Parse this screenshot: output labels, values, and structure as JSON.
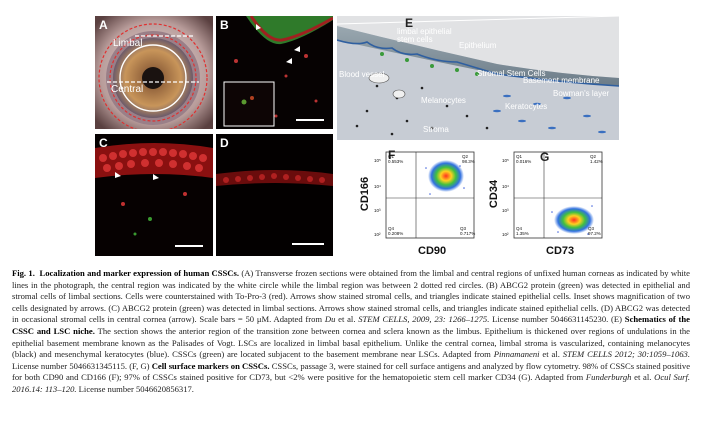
{
  "panels": {
    "a": {
      "label": "A",
      "limbal": "Limbal",
      "central": "Central"
    },
    "b": {
      "label": "B"
    },
    "c": {
      "label": "C"
    },
    "d": {
      "label": "D"
    },
    "e": {
      "label": "E",
      "limbal_epithelial_stem_cells": "limbal epithelial\nstem cells",
      "epithelium": "Epithelium",
      "stromal_stem_cells": "Stromal Stem Cells",
      "basement_membrane": "Basement membrane",
      "bowmans_layer": "Bowman's layer",
      "blood_vessel": "Blood vessel",
      "melanocytes": "Melanocytes",
      "keratocytes": "Keratocytes",
      "stroma": "Stroma"
    },
    "f": {
      "label": "F",
      "ylabel": "CD166",
      "xlabel": "CD90",
      "q1": "Q1\n0.553%",
      "q2": "Q2\n98.3%",
      "q3": "Q3\n0.717%",
      "q4": "Q4\n0.208%",
      "ticks": [
        "10²",
        "10³",
        "10⁴",
        "10⁵"
      ]
    },
    "g": {
      "label": "G",
      "ylabel": "CD34",
      "xlabel": "CD73",
      "q1": "Q1\n0.016%",
      "q2": "Q2\n1.42%",
      "q3": "Q3\n97.2%",
      "q4": "Q4\n1.35%",
      "ticks": [
        "10²",
        "10³",
        "10⁴",
        "10⁵"
      ]
    }
  },
  "caption": {
    "fig": "Fig. 1.",
    "title": "Localization and marker expression of human CSSCs.",
    "text1": " (A) Transverse frozen sections were obtained from the limbal and central regions of unfixed human corneas as indicated by white lines in the photograph, the central region was indicated by the white circle while the limbal region was between 2 dotted red circles. (B) ABCG2 protein (green) was detected in epithelial and stromal cells of limbal sections. Cells were counterstained with To-Pro-3 (red). Arrows show stained stromal cells, and triangles indicate stained epithelial cells. Inset shows magnification of two cells designated by arrows. (C) ABCG2 protein (green) was detected in limbal sections. Arrows show stained stromal cells, and triangles indicate stained epithelial cells. (D) ABCG2 was detected in occasional stromal cells in central cornea (arrow). Scale bars = 50 μM. Adapted from ",
    "ref1_author": "Du",
    "ref1_rest": " et al. ",
    "ref1_journal": "STEM CELLS, 2009, 23: 1266–1275.",
    "text2": " License number 5046631145230. (E) ",
    "e_title": "Schematics of the CSSC and LSC niche.",
    "text3": " The section shows the anterior region of the transition zone between cornea and sclera known as the limbus. Epithelium is thickened over regions of undulations in the epithelial basement membrane known as the Palisades of Vogt. LSCs are localized in limbal basal epithelium. Unlike the central cornea, limbal stroma is vascularized, containing melanocytes (black) and mesenchymal keratocytes (blue). CSSCs (green) are located subjacent to the basement membrane near LSCs. Adapted from ",
    "ref2_author": "Pinnamaneni",
    "ref2_rest": " et al. ",
    "ref2_journal": "STEM CELLS 2012; 30:1059–1063.",
    "text4": " License number 5046631345115. (F, G) ",
    "fg_title": "Cell surface markers on CSSCs.",
    "text5": " CSSCs, passage 3, were stained for cell surface antigens and analyzed by flow cytometry. 98% of CSSCs stained positive for both CD90 and CD166 (F); 97% of CSSCs stained positive for CD73, but <2% were positive for the hematopoietic stem cell marker CD34 (G). Adapted from ",
    "ref3_author": "Funderburgh",
    "ref3_rest": " et al. ",
    "ref3_journal": "Ocul Surf. 2016.14: 113–120.",
    "text6": " License number 5046620856317."
  }
}
